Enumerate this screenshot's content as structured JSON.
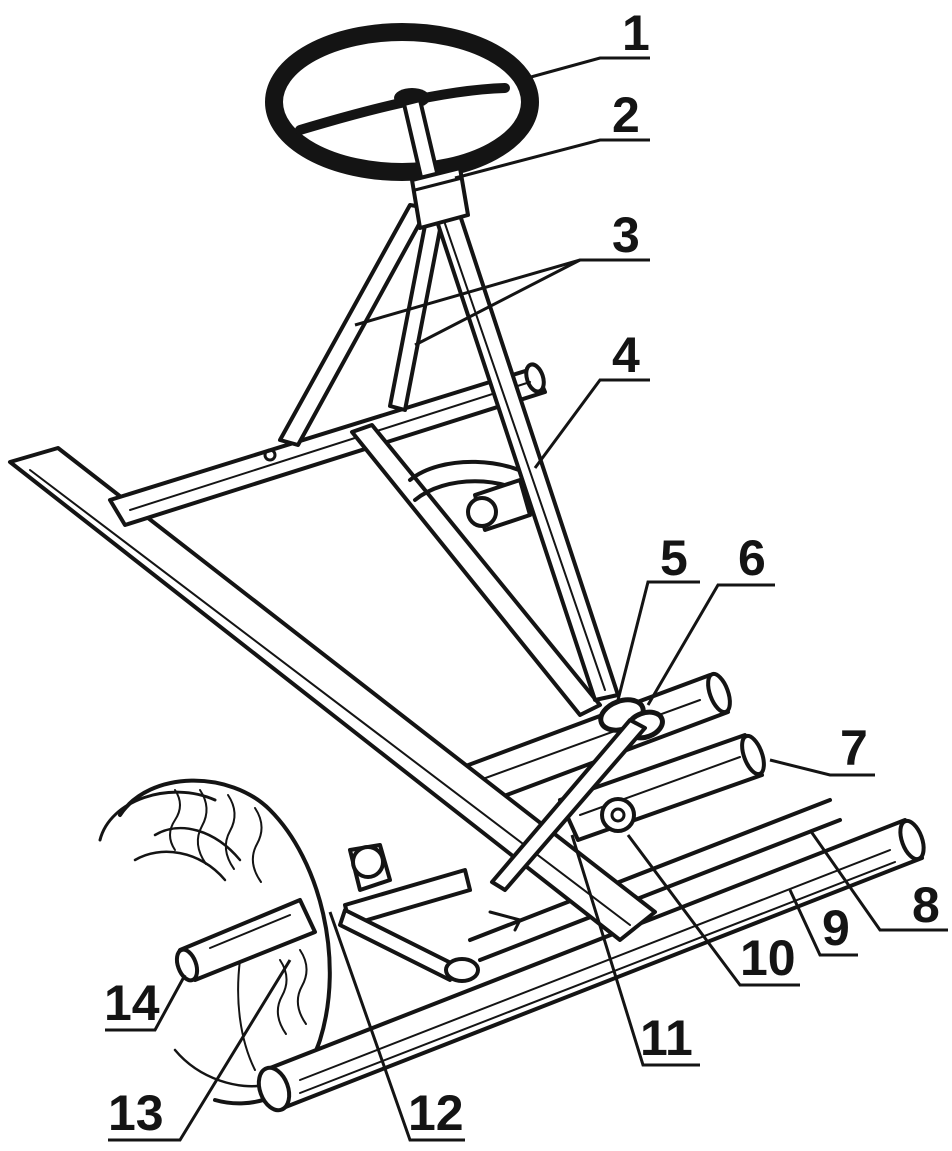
{
  "figure": {
    "ink_color": "#141414",
    "paper_color": "#ffffff",
    "callouts": [
      {
        "label": "1"
      },
      {
        "label": "2"
      },
      {
        "label": "3"
      },
      {
        "label": "4"
      },
      {
        "label": "5"
      },
      {
        "label": "6"
      },
      {
        "label": "7"
      },
      {
        "label": "8"
      },
      {
        "label": "9"
      },
      {
        "label": "10"
      },
      {
        "label": "11"
      },
      {
        "label": "12"
      },
      {
        "label": "13"
      },
      {
        "label": "14"
      }
    ]
  }
}
